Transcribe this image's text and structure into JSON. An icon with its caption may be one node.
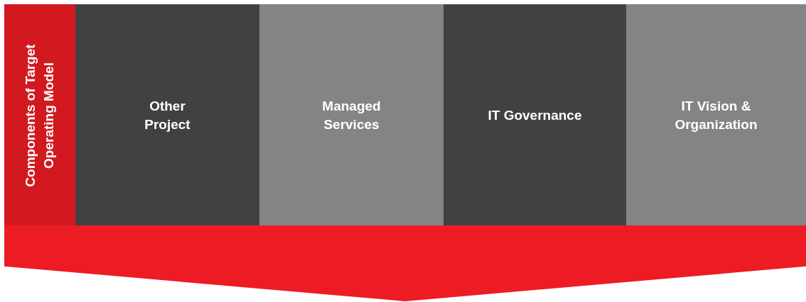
{
  "diagram": {
    "nodes": [
      {
        "text": [
          "Components of Target Operating Model"
        ]
      },
      {
        "text": [
          "Other Project"
        ]
      },
      {
        "text": [
          "Managed Services"
        ]
      },
      {
        "text": [
          "IT Governance"
        ]
      },
      {
        "text": [
          "IT Vision & Organization"
        ]
      },
      {
        "text": [],
        "shape": "chevron"
      }
    ]
  }
}
